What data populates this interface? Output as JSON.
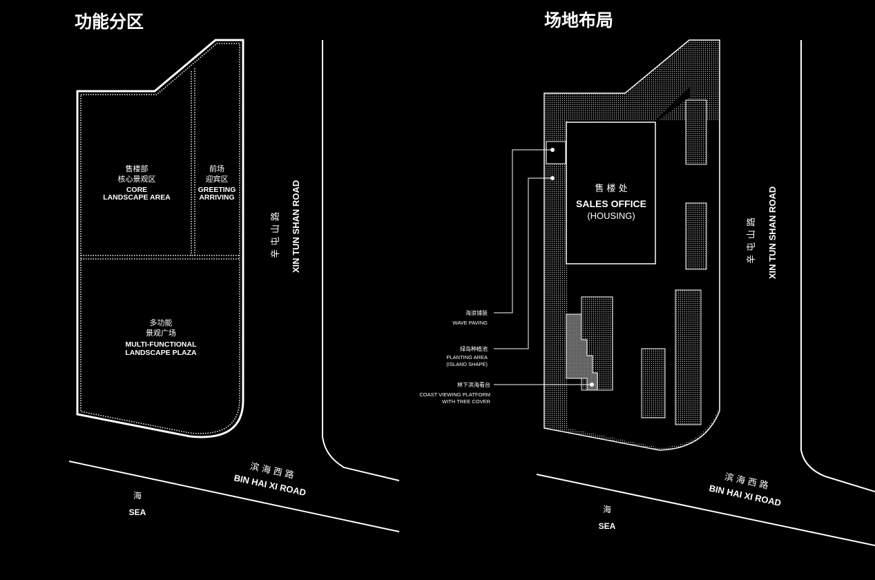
{
  "left": {
    "title": "功能分区",
    "zones": {
      "core": {
        "zh1": "售楼部",
        "zh2": "核心景观区",
        "en1": "CORE",
        "en2": "LANDSCAPE AREA"
      },
      "greeting": {
        "zh1": "前场",
        "zh2": "迎宾区",
        "en1": "GREETING",
        "en2": "ARRIVING"
      },
      "plaza": {
        "zh1": "多功能",
        "zh2": "景观广场",
        "en1": "MULTI-FUNCTIONAL",
        "en2": "LANDSCAPE PLAZA"
      }
    },
    "road_east": {
      "zh": "辛屯山路",
      "en": "XIN TUN SHAN ROAD"
    },
    "road_south": {
      "zh": "滨 海 西 路",
      "en": "BIN HAI XI ROAD"
    },
    "sea": {
      "zh": "海",
      "en": "SEA"
    }
  },
  "right": {
    "title": "场地布局",
    "sales_office": {
      "zh": "售 楼 处",
      "en": "SALES OFFICE",
      "sub": "(HOUSING)"
    },
    "callouts": [
      {
        "zh": "海浪铺装",
        "en1": "WAVE PAVING",
        "en2": ""
      },
      {
        "zh": "绿岛种植池",
        "en1": "PLANTING AREA",
        "en2": "(ISLAND SHAPE)"
      },
      {
        "zh": "林下滨海看台",
        "en1": "COAST VIEWING PLATFORM",
        "en2": "WITH TREE COVER"
      }
    ],
    "road_east": {
      "zh": "辛屯山路",
      "en": "XIN TUN SHAN ROAD"
    },
    "road_south": {
      "zh": "滨 海 西 路",
      "en": "BIN HAI XI ROAD"
    },
    "sea": {
      "zh": "海",
      "en": "SEA"
    }
  }
}
